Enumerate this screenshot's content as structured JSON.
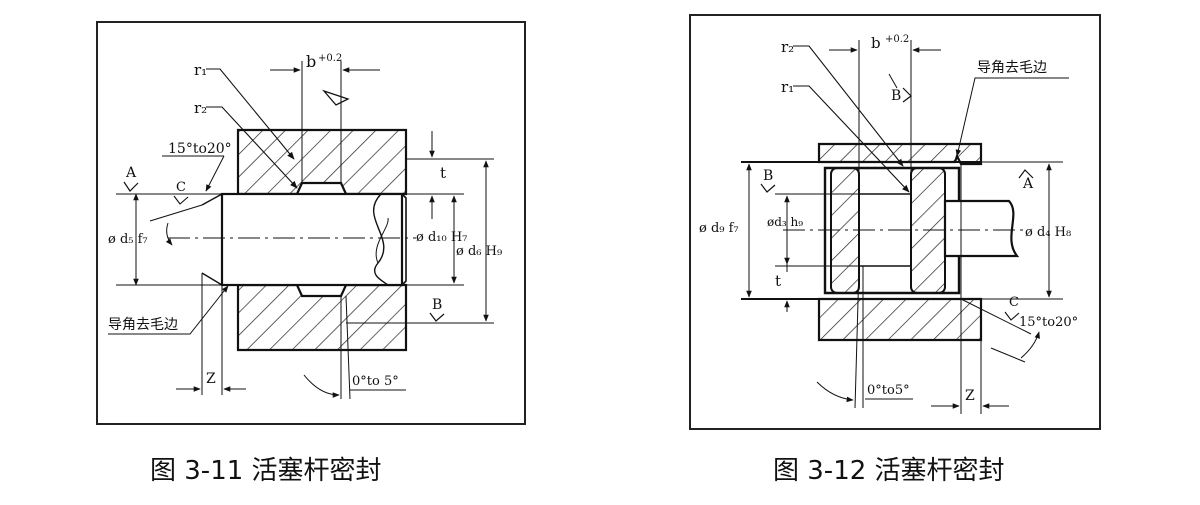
{
  "figures": [
    {
      "caption": "图 3-11 活塞杆密封",
      "labels": {
        "r1": "r₁",
        "r2": "r₂",
        "b": "b",
        "b_tol": "+0.2",
        "angle_top": "15°to20°",
        "a": "A",
        "c": "C",
        "d5": "ø d₅ f₇",
        "d10": "ø d₁₀ H₇",
        "d6": "ø d₆ H₉",
        "t": "t",
        "b_mark": "B",
        "chamfer": "导角去毛边",
        "z": "Z",
        "angle_bottom": "0°to 5°"
      }
    },
    {
      "caption": "图 3-12 活塞杆密封",
      "labels": {
        "r2": "r₂",
        "r1": "r₁",
        "b": "b",
        "b_tol": "+0.2",
        "b_mark_top": "B",
        "chamfer": "导角去毛边",
        "b_mark_left": "B",
        "a": "A",
        "d9": "ø d₉ f₇",
        "d3": "ød₃ h₉",
        "d4": "ø d₄ H₈",
        "t": "t",
        "c": "C",
        "angle_right": "15°to20°",
        "angle_bottom": "0°to5°",
        "z": "Z"
      }
    }
  ]
}
